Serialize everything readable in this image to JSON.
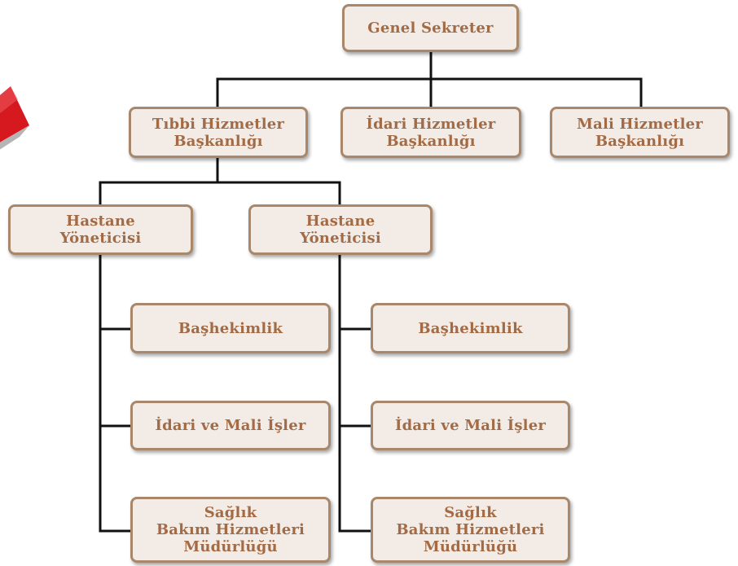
{
  "org_chart": {
    "root": "Genel Sekreter",
    "departments": [
      "Tıbbi Hizmetler\nBaşkanlığı",
      "İdari Hizmetler\nBaşkanlığı",
      "Mali Hizmetler\nBaşkanlığı"
    ],
    "hospital_managers": [
      {
        "title": "Hastane\nYöneticisi",
        "units": [
          "Başhekimlik",
          "İdari ve Mali İşler",
          "Sağlık\nBakım Hizmetleri\nMüdürlüğü"
        ]
      },
      {
        "title": "Hastane\nYöneticisi",
        "units": [
          "Başhekimlik",
          "İdari ve Mali İşler",
          "Sağlık\nBakım Hizmetleri\nMüdürlüğü"
        ]
      }
    ]
  },
  "colors": {
    "box_fill": "#f3ece6",
    "box_border": "#a8876b",
    "text": "#a36b45",
    "connector": "#111111",
    "accent": "#e31b23"
  },
  "icons": {
    "left_edge_graphic": "red-page-icon"
  }
}
